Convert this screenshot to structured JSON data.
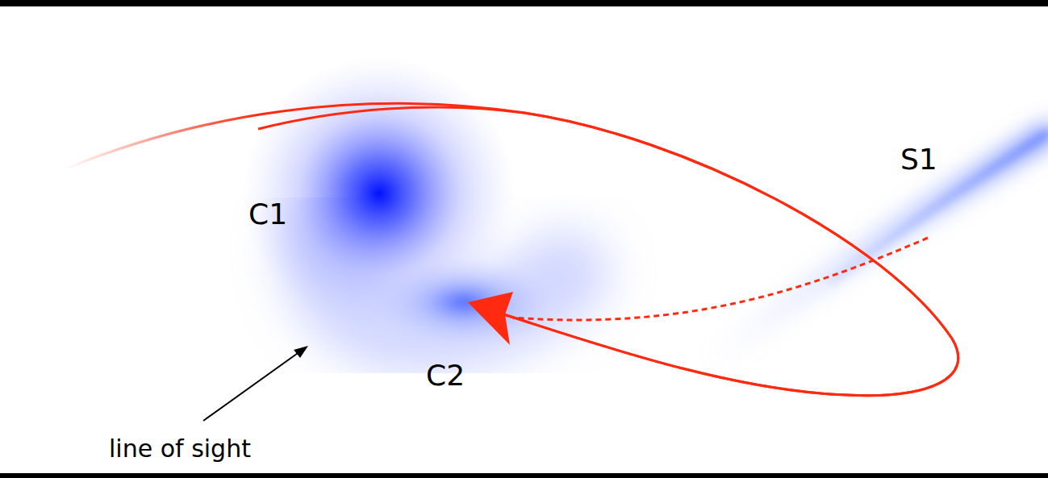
{
  "diagram": {
    "labels": [
      "C1",
      "C2",
      "S1",
      "line of sight"
    ]
  }
}
